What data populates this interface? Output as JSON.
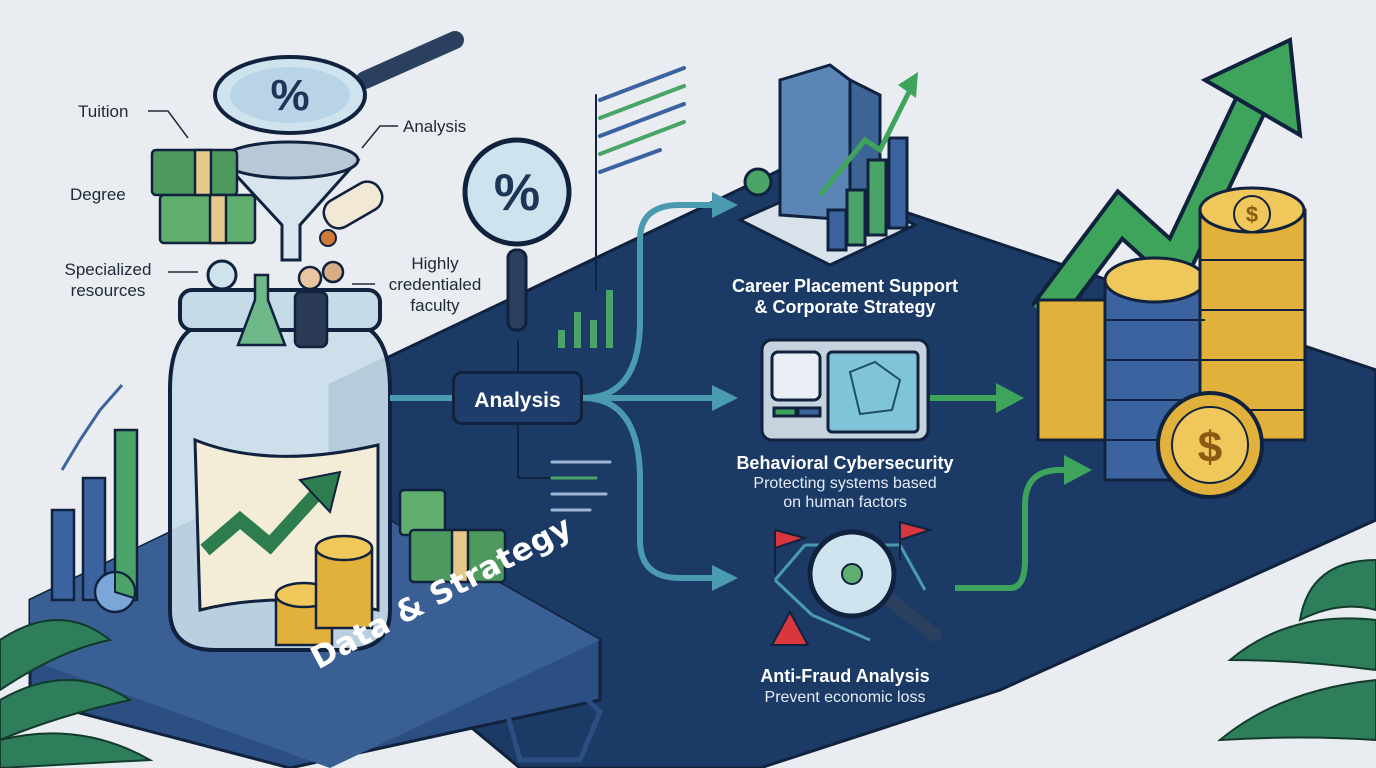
{
  "inputs": {
    "tuition": "Tuition",
    "degree": "Degree",
    "resources": "Specialized\nresources",
    "analysis_top": "Analysis",
    "faculty": "Highly\ncredentialed\nfaculty"
  },
  "hub": {
    "label": "Analysis"
  },
  "banner": "Data & Strategy",
  "outcomes": [
    {
      "title": "Career Placement Support\n& Corporate Strategy",
      "subtitle": ""
    },
    {
      "title": "Behavioral Cybersecurity",
      "subtitle": "Protecting systems based\non human factors"
    },
    {
      "title": "Anti-Fraud Analysis",
      "subtitle": "Prevent economic loss"
    }
  ],
  "symbols": {
    "percent": "%",
    "dollar": "$"
  },
  "colors": {
    "navy": "#1b3a66",
    "dark_navy": "#10223d",
    "green": "#3fa45b",
    "teal_arrow": "#4a9ab0",
    "gold": "#e2b13c",
    "background": "#e9edf1"
  }
}
